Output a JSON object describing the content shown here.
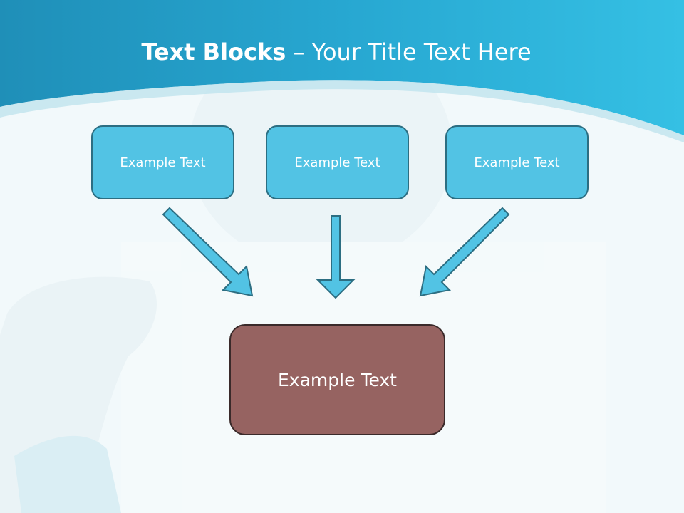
{
  "title": {
    "bold": "Text Blocks",
    "dash": " – ",
    "rest": "Your Title Text Here"
  },
  "blocks": [
    {
      "label": "Example Text"
    },
    {
      "label": "Example Text"
    },
    {
      "label": "Example Text"
    }
  ],
  "target": {
    "label": "Example Text"
  },
  "colors": {
    "header": "#2aa3cc",
    "block_fill": "#52c3e4",
    "block_border": "#2c6e82",
    "target_fill": "#966361",
    "arrow_fill": "#52c3e4"
  }
}
